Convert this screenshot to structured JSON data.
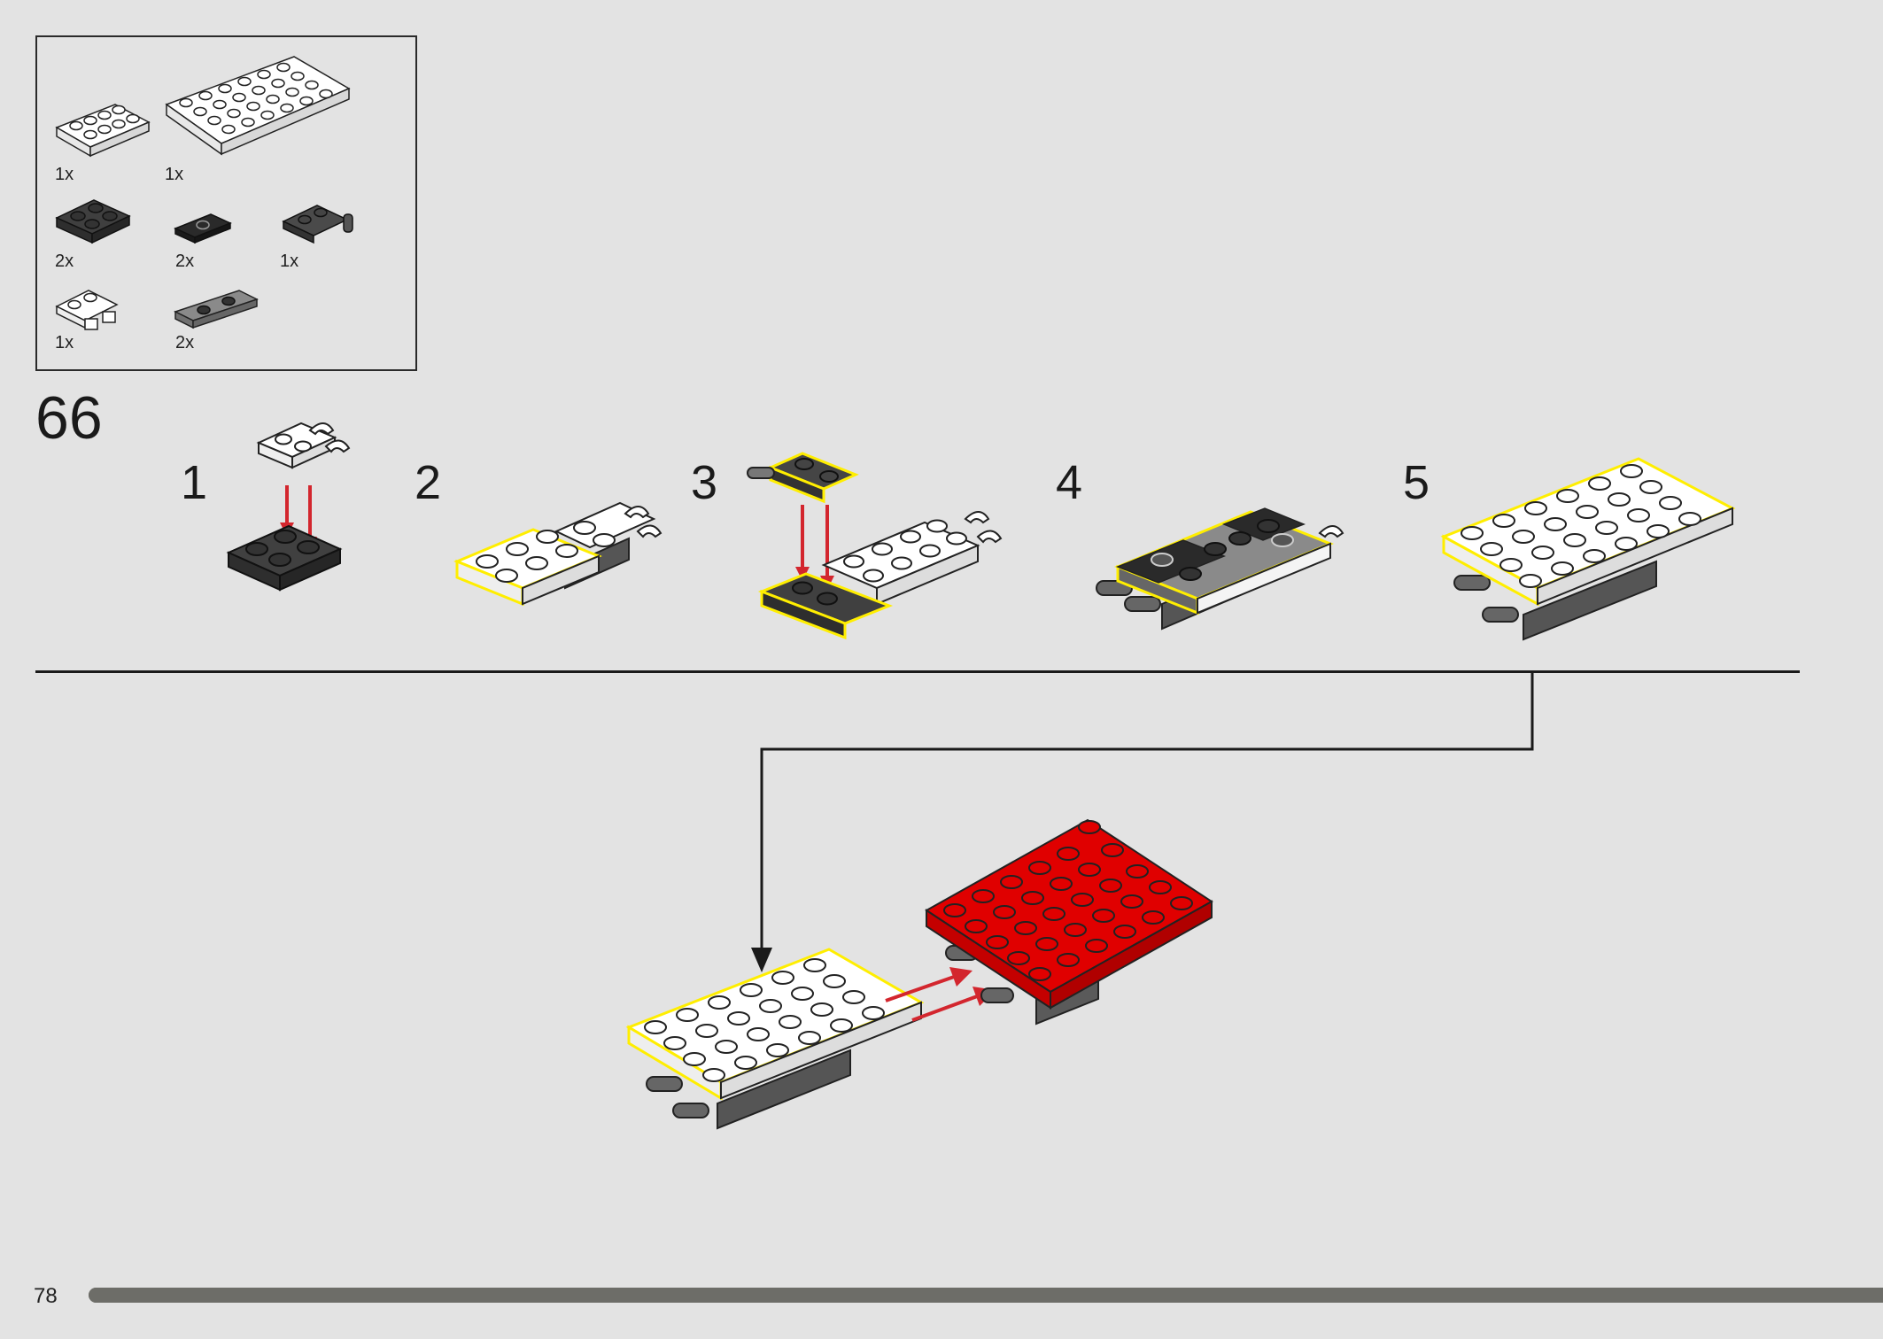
{
  "page": {
    "step_number": "66",
    "page_number": "78",
    "progress": 1.0
  },
  "parts_list": [
    {
      "qty": "1x",
      "name": "plate-2x4-white",
      "color": "#ffffff"
    },
    {
      "qty": "1x",
      "name": "plate-4x6-white",
      "color": "#ffffff"
    },
    {
      "qty": "2x",
      "name": "plate-2x2-dark-gray",
      "color": "#3f3f3f"
    },
    {
      "qty": "2x",
      "name": "plate-1x2-jumper-black",
      "color": "#1e1e1e"
    },
    {
      "qty": "1x",
      "name": "plate-2x2-bar-handle-dark-gray",
      "color": "#4a4a4a"
    },
    {
      "qty": "1x",
      "name": "plate-2x2-clip-white",
      "color": "#ffffff"
    },
    {
      "qty": "2x",
      "name": "plate-1x4-jumper-gray",
      "color": "#8a8a8a"
    }
  ],
  "sub_steps": [
    {
      "number": "1"
    },
    {
      "number": "2"
    },
    {
      "number": "3"
    },
    {
      "number": "4"
    },
    {
      "number": "5"
    }
  ],
  "colors": {
    "background": "#e3e3e3",
    "highlight": "#ffee00",
    "arrow": "#d3262e",
    "red_brick": "#e00000",
    "dark_gray": "#3f3f3f",
    "light_gray": "#8a8a8a"
  }
}
